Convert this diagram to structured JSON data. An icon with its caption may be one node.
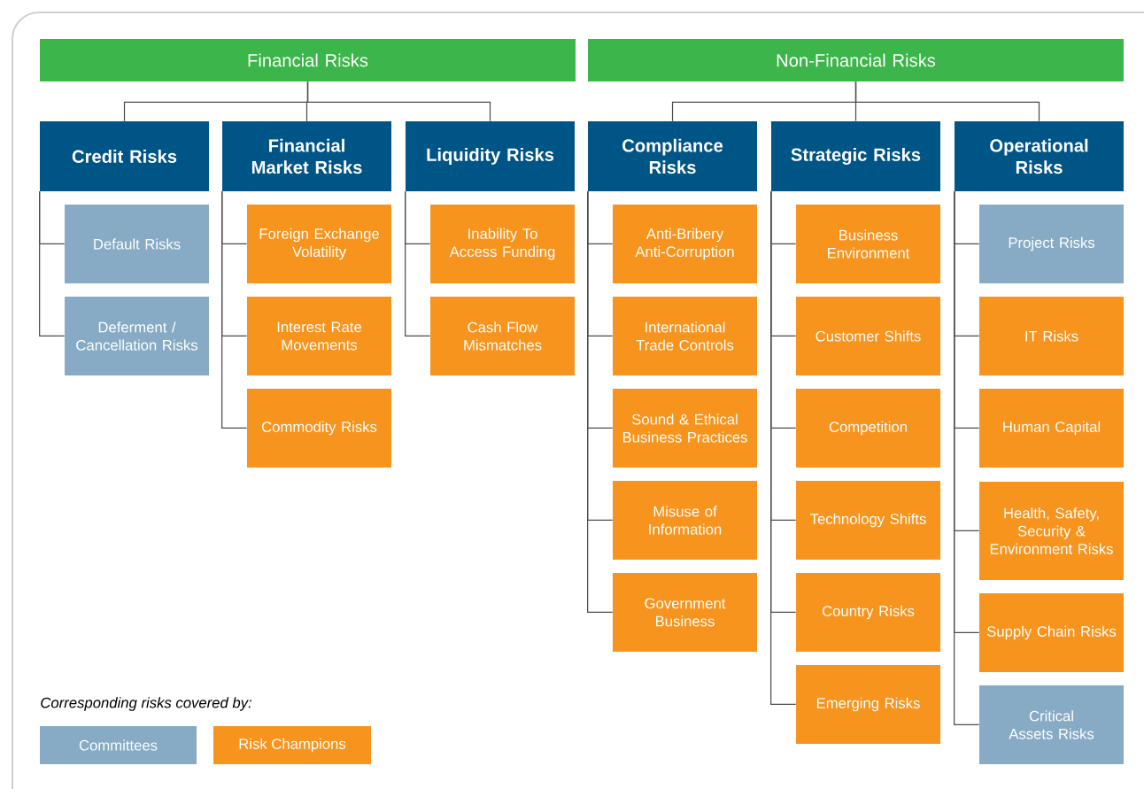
{
  "diagram": {
    "nodes": [
      {
        "text": [
          "Financial Risks"
        ]
      },
      {
        "text": [
          "Non-Financial Risks"
        ]
      },
      {
        "text": [
          "Credit Risks"
        ]
      },
      {
        "text": [
          "Financial Market Risks"
        ]
      },
      {
        "text": [
          "Liquidity Risks"
        ]
      },
      {
        "text": [
          "Compliance Risks"
        ]
      },
      {
        "text": [
          "Strategic Risks"
        ]
      },
      {
        "text": [
          "Operational Risks"
        ]
      },
      {
        "text": [
          "Default Risks"
        ]
      },
      {
        "text": [
          "Deferment / Cancellation Risks"
        ]
      },
      {
        "text": [
          "Foreign Exchange Volatility"
        ]
      },
      {
        "text": [
          "Interest Rate Movements"
        ]
      },
      {
        "text": [
          "Commodity Risks"
        ]
      },
      {
        "text": [
          "Inability To Access Funding"
        ]
      },
      {
        "text": [
          "Cash Flow Mismatches"
        ]
      },
      {
        "text": [
          "Anti-Bribery Anti-Corruption"
        ]
      },
      {
        "text": [
          "International Trade Controls"
        ]
      },
      {
        "text": [
          "Sound & Ethical Business Practices"
        ]
      },
      {
        "text": [
          "Misuse of Information"
        ]
      },
      {
        "text": [
          "Government Business"
        ]
      },
      {
        "text": [
          "Business Environment"
        ]
      },
      {
        "text": [
          "Customer Shifts"
        ]
      },
      {
        "text": [
          "Competition"
        ]
      },
      {
        "text": [
          "Technology Shifts"
        ]
      },
      {
        "text": [
          "Country Risks"
        ]
      },
      {
        "text": [
          "Emerging Risks"
        ]
      },
      {
        "text": [
          "Project Risks"
        ]
      },
      {
        "text": [
          "IT Risks"
        ]
      },
      {
        "text": [
          "Human Capital"
        ]
      },
      {
        "text": [
          "Health, Safety, Security & Environment Risks"
        ]
      },
      {
        "text": [
          "Supply Chain Risks"
        ]
      },
      {
        "text": [
          "Critical Assets Risks"
        ]
      }
    ],
    "edges": [
      {
        "from": 0,
        "to": 2,
        "arrow": "none"
      },
      {
        "from": 0,
        "to": 3,
        "arrow": "none"
      },
      {
        "from": 0,
        "to": 4,
        "arrow": "none"
      },
      {
        "from": 1,
        "to": 5,
        "arrow": "none"
      },
      {
        "from": 1,
        "to": 6,
        "arrow": "none"
      },
      {
        "from": 1,
        "to": 7,
        "arrow": "none"
      },
      {
        "from": 2,
        "to": 8,
        "arrow": "none"
      },
      {
        "from": 2,
        "to": 9,
        "arrow": "none"
      },
      {
        "from": 3,
        "to": 10,
        "arrow": "none"
      },
      {
        "from": 3,
        "to": 11,
        "arrow": "none"
      },
      {
        "from": 3,
        "to": 12,
        "arrow": "none"
      },
      {
        "from": 4,
        "to": 13,
        "arrow": "none"
      },
      {
        "from": 4,
        "to": 14,
        "arrow": "none"
      },
      {
        "from": 5,
        "to": 15,
        "arrow": "none"
      },
      {
        "from": 5,
        "to": 16,
        "arrow": "none"
      },
      {
        "from": 5,
        "to": 17,
        "arrow": "none"
      },
      {
        "from": 5,
        "to": 18,
        "arrow": "none"
      },
      {
        "from": 5,
        "to": 19,
        "arrow": "none"
      },
      {
        "from": 6,
        "to": 20,
        "arrow": "none"
      },
      {
        "from": 6,
        "to": 21,
        "arrow": "none"
      },
      {
        "from": 6,
        "to": 22,
        "arrow": "none"
      },
      {
        "from": 6,
        "to": 23,
        "arrow": "none"
      },
      {
        "from": 6,
        "to": 24,
        "arrow": "none"
      },
      {
        "from": 6,
        "to": 25,
        "arrow": "none"
      },
      {
        "from": 7,
        "to": 26,
        "arrow": "none"
      },
      {
        "from": 7,
        "to": 27,
        "arrow": "none"
      },
      {
        "from": 7,
        "to": 28,
        "arrow": "none"
      },
      {
        "from": 7,
        "to": 29,
        "arrow": "none"
      },
      {
        "from": 7,
        "to": 30,
        "arrow": "none"
      },
      {
        "from": 7,
        "to": 31,
        "arrow": "none"
      }
    ],
    "labels": [
      "Corresponding risks covered by:"
    ],
    "legend": [
      {
        "text": "Committees",
        "color": "#87abc4"
      },
      {
        "text": "Risk Champions",
        "color": "#f7941d"
      }
    ]
  }
}
